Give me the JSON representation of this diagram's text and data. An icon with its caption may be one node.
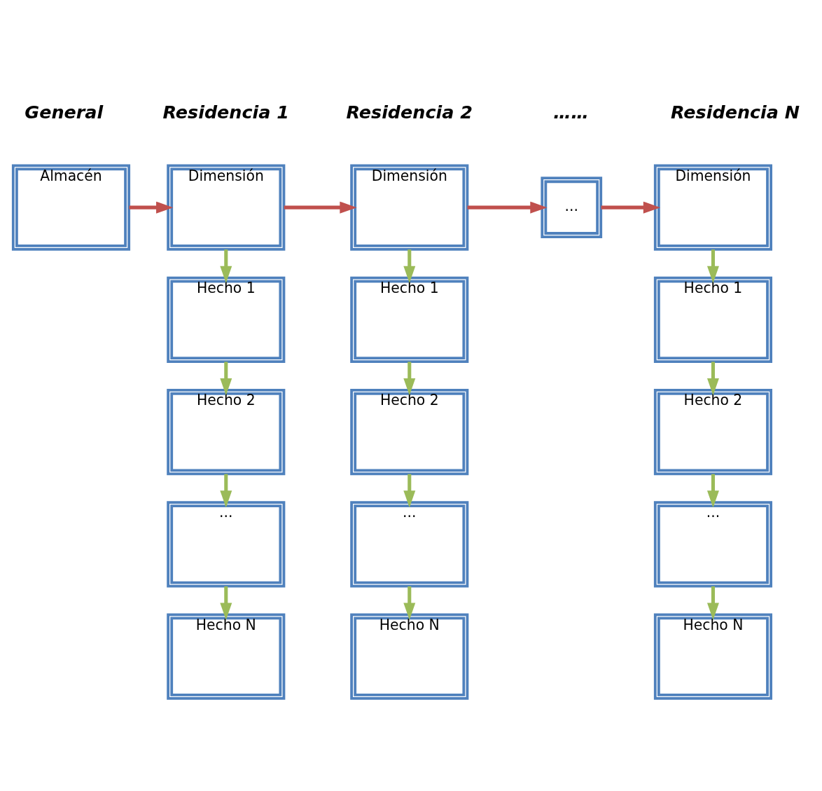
{
  "diagram": {
    "nodes": [
      {
        "text": [
          "Almacén"
        ]
      },
      {
        "text": [
          "Dimensión"
        ]
      },
      {
        "text": [
          "Dimensión"
        ]
      },
      {
        "text": [
          "..."
        ]
      },
      {
        "text": [
          "Dimensión"
        ]
      },
      {
        "text": [
          "Hecho 1"
        ]
      },
      {
        "text": [
          "Hecho 1"
        ]
      },
      {
        "text": [
          "Hecho 1"
        ]
      },
      {
        "text": [
          "Hecho 2"
        ]
      },
      {
        "text": [
          "Hecho 2"
        ]
      },
      {
        "text": [
          "Hecho 2"
        ]
      },
      {
        "text": [
          "..."
        ]
      },
      {
        "text": [
          "..."
        ]
      },
      {
        "text": [
          "..."
        ]
      },
      {
        "text": [
          "Hecho N"
        ]
      },
      {
        "text": [
          "Hecho N"
        ]
      },
      {
        "text": [
          "Hecho N"
        ]
      }
    ],
    "edges": [
      {
        "from": 0,
        "to": 1,
        "arrow": "to",
        "color": "#c0504d"
      },
      {
        "from": 1,
        "to": 2,
        "arrow": "to",
        "color": "#c0504d"
      },
      {
        "from": 2,
        "to": 3,
        "arrow": "to",
        "color": "#c0504d"
      },
      {
        "from": 3,
        "to": 4,
        "arrow": "to",
        "color": "#c0504d"
      },
      {
        "from": 1,
        "to": 5,
        "arrow": "to",
        "color": "#9bbb59"
      },
      {
        "from": 5,
        "to": 8,
        "arrow": "to",
        "color": "#9bbb59"
      },
      {
        "from": 8,
        "to": 11,
        "arrow": "to",
        "color": "#9bbb59"
      },
      {
        "from": 11,
        "to": 14,
        "arrow": "to",
        "color": "#9bbb59"
      },
      {
        "from": 2,
        "to": 6,
        "arrow": "to",
        "color": "#9bbb59"
      },
      {
        "from": 6,
        "to": 9,
        "arrow": "to",
        "color": "#9bbb59"
      },
      {
        "from": 9,
        "to": 12,
        "arrow": "to",
        "color": "#9bbb59"
      },
      {
        "from": 12,
        "to": 15,
        "arrow": "to",
        "color": "#9bbb59"
      },
      {
        "from": 4,
        "to": 7,
        "arrow": "to",
        "color": "#9bbb59"
      },
      {
        "from": 7,
        "to": 10,
        "arrow": "to",
        "color": "#9bbb59"
      },
      {
        "from": 10,
        "to": 13,
        "arrow": "to",
        "color": "#9bbb59"
      },
      {
        "from": 13,
        "to": 16,
        "arrow": "to",
        "color": "#9bbb59"
      }
    ],
    "labels": [
      "General",
      "Residencia 1",
      "Residencia 2",
      "……",
      "Residencia N"
    ]
  }
}
